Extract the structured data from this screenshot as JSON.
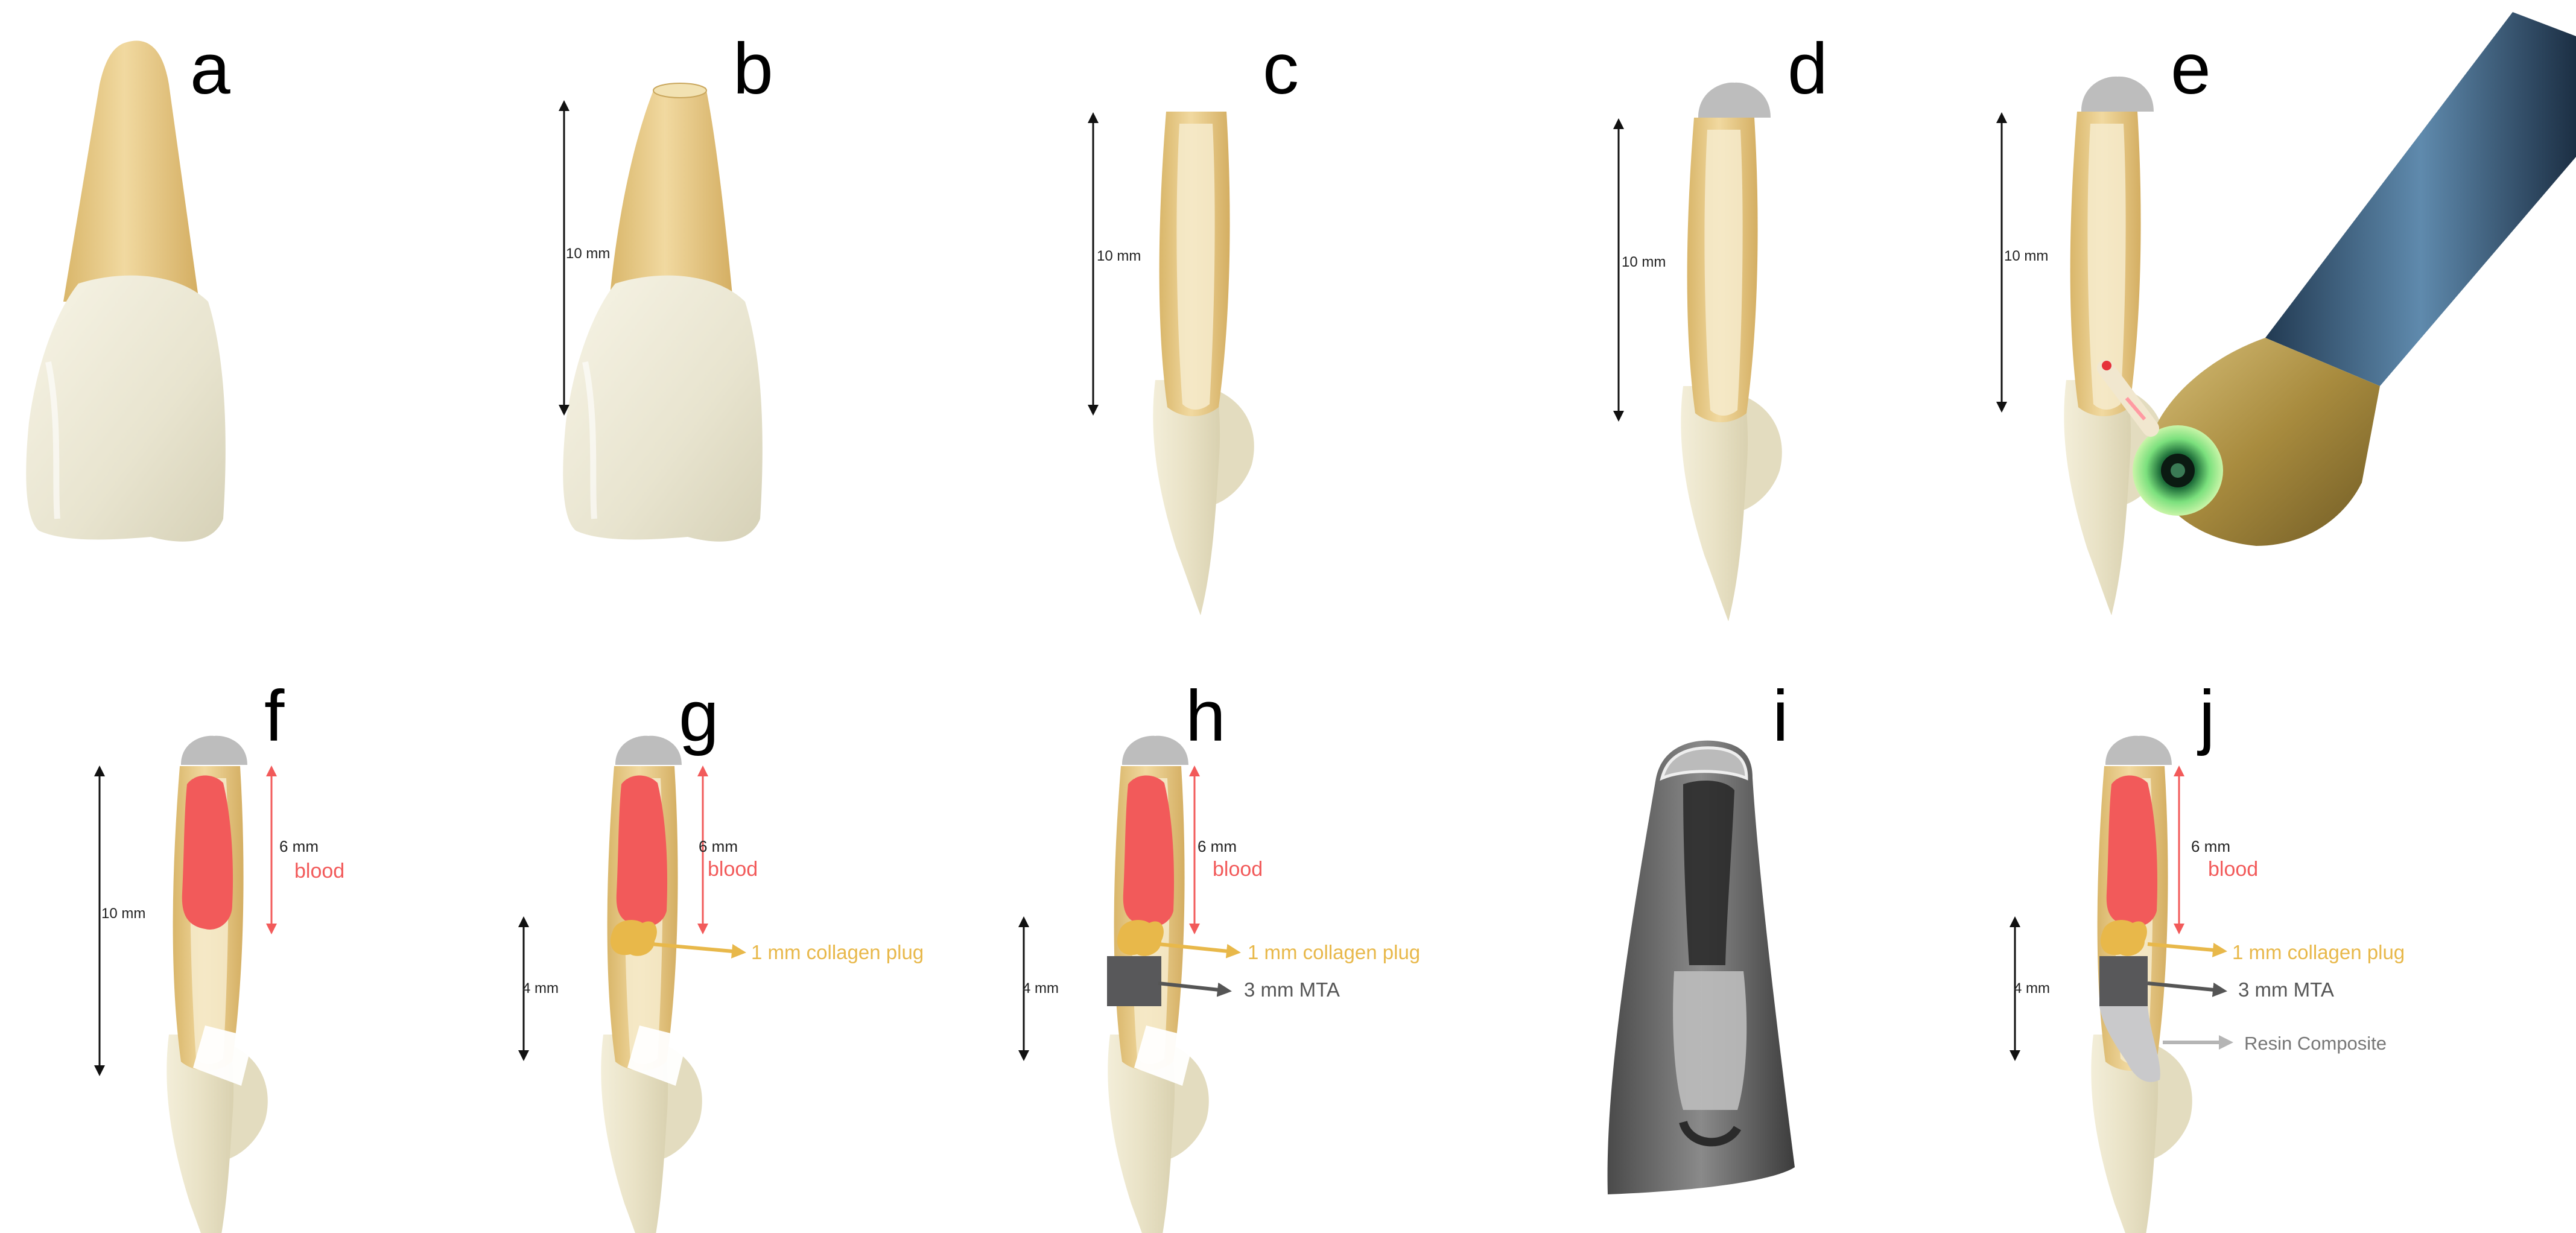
{
  "panels": {
    "a": {
      "letter": "a"
    },
    "b": {
      "letter": "b",
      "length": "10 mm"
    },
    "c": {
      "letter": "c",
      "length": "10 mm"
    },
    "d": {
      "letter": "d",
      "length": "10 mm"
    },
    "e": {
      "letter": "e",
      "length": "10 mm"
    },
    "f": {
      "letter": "f",
      "length": "10 mm",
      "blood_height": "6 mm",
      "blood_label": "blood"
    },
    "g": {
      "letter": "g",
      "blood_height": "6 mm",
      "blood_label": "blood",
      "plug_height": "4 mm",
      "collagen_label": "1 mm collagen plug"
    },
    "h": {
      "letter": "h",
      "blood_height": "6 mm",
      "blood_label": "blood",
      "plug_height": "4 mm",
      "collagen_label": "1 mm collagen plug",
      "mta_label": "3 mm MTA"
    },
    "i": {
      "letter": "i"
    },
    "j": {
      "letter": "j",
      "blood_height": "6 mm",
      "blood_label": "blood",
      "plug_height": "4 mm",
      "collagen_label": "1 mm collagen plug",
      "mta_label": "3 mm MTA",
      "resin_label": "Resin Composite"
    }
  },
  "colors": {
    "root": "#e6c98a",
    "crown": "#ece8d6",
    "blood": "#f25a5a",
    "collagen": "#e8b84a",
    "mta": "#58585a",
    "resin": "#c9c9cb",
    "cap": "#bdbdbd",
    "arrow": "#111111",
    "blood_arrow": "#f25a5a"
  }
}
